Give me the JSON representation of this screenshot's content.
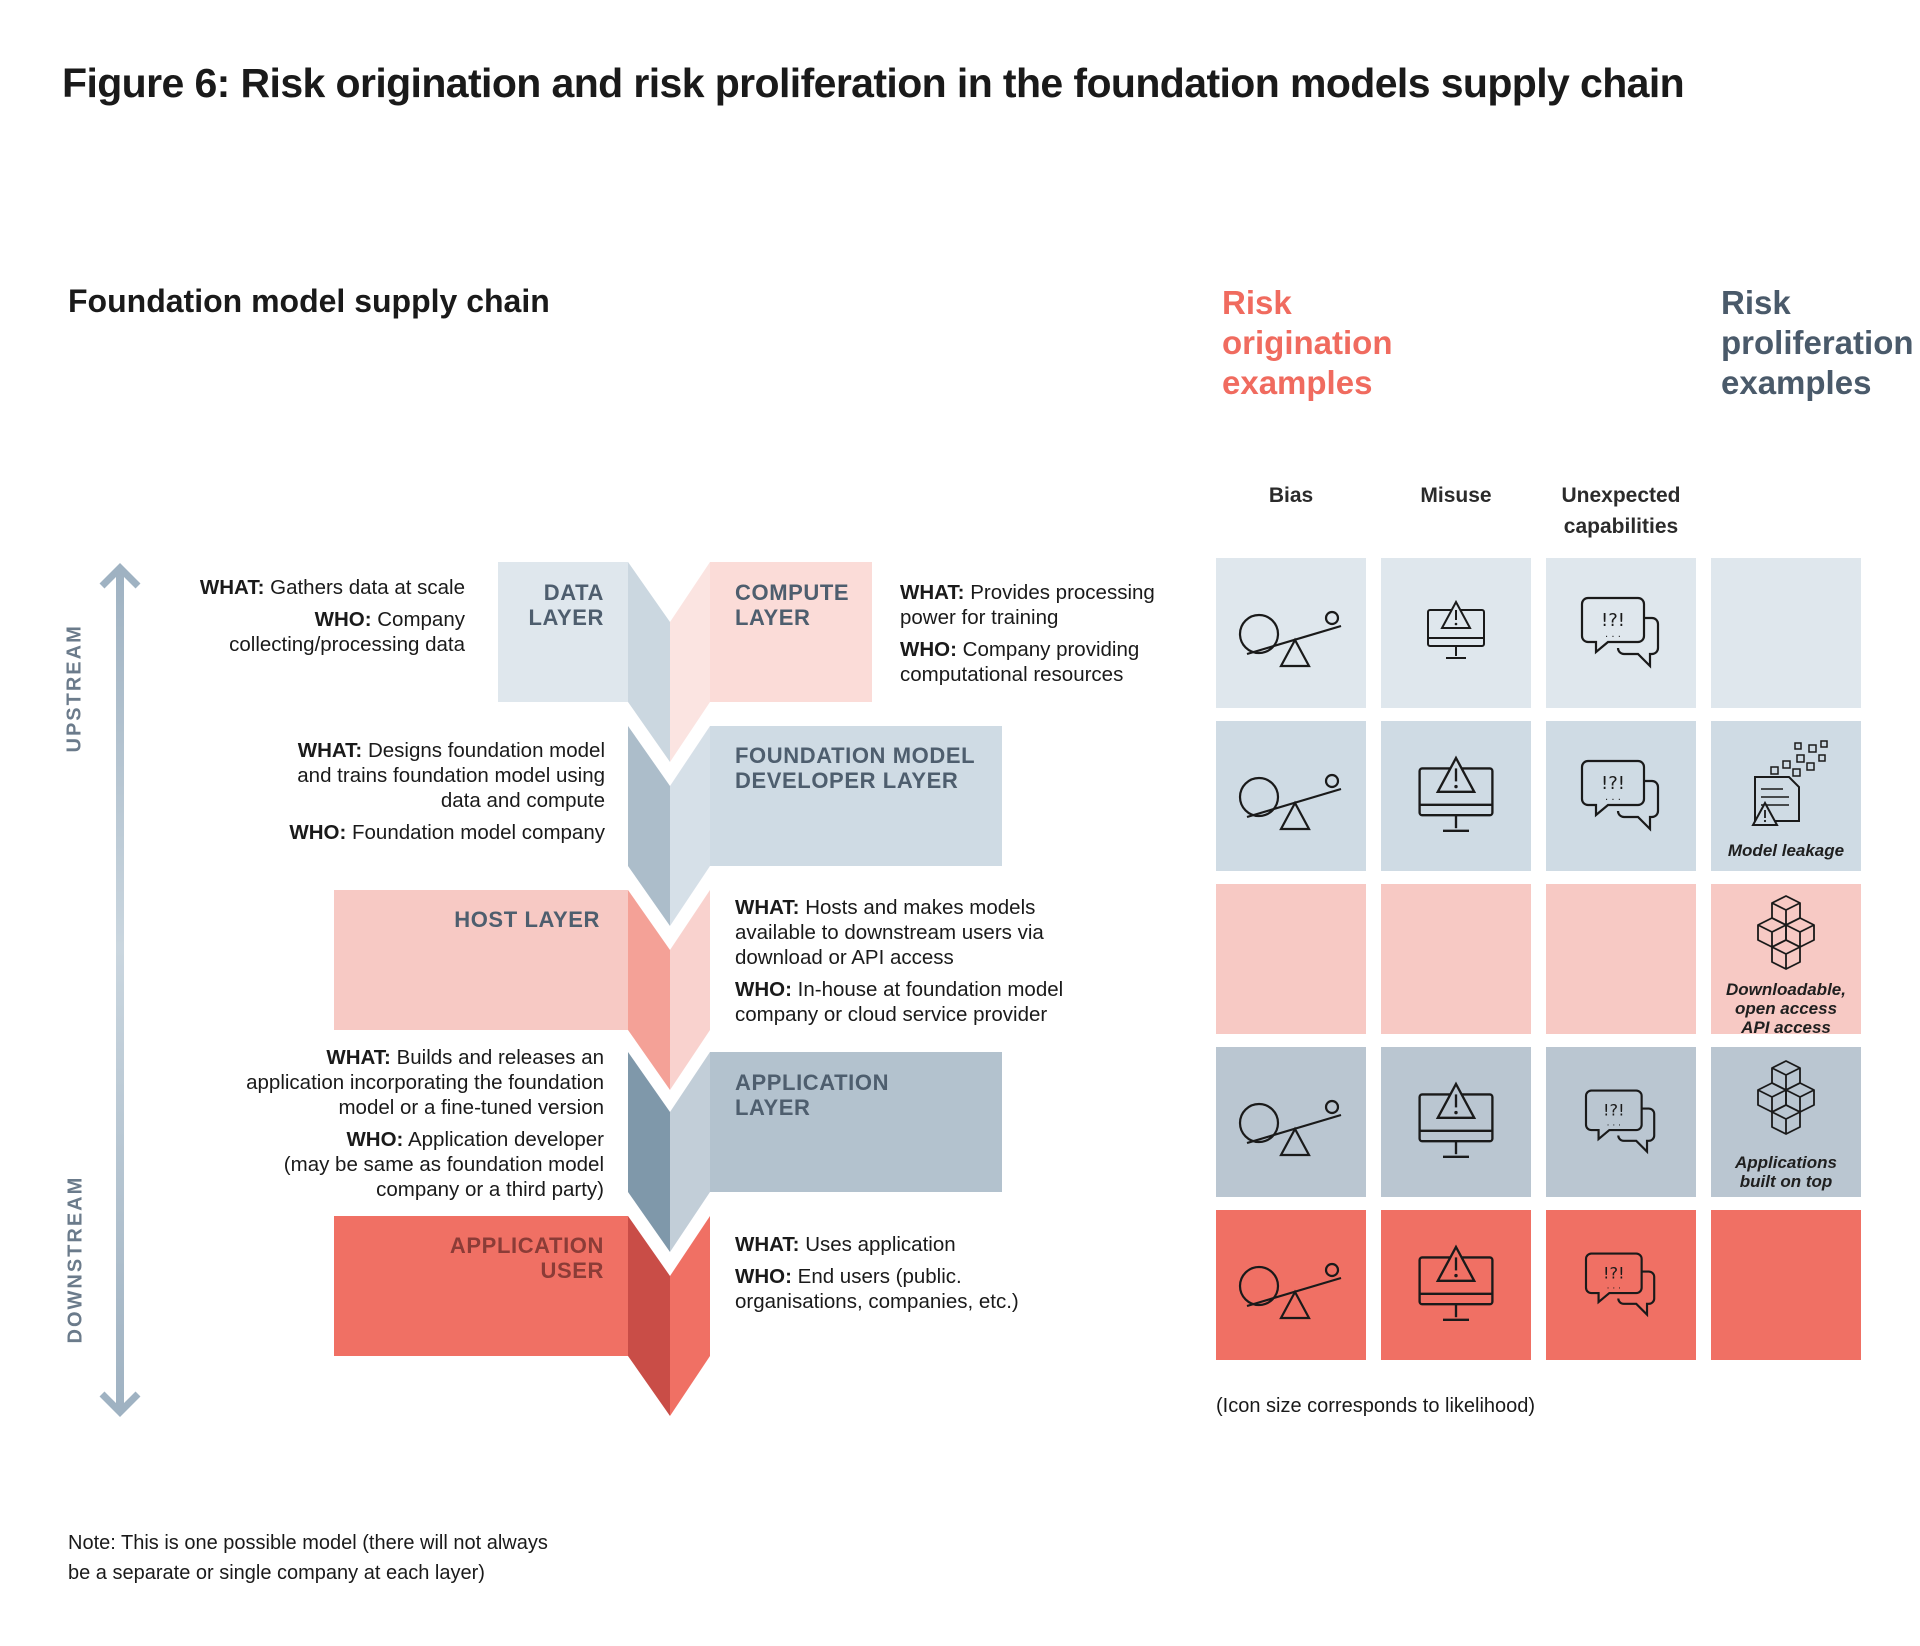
{
  "figure_title": "Figure 6: Risk origination and risk proliferation in the foundation models supply chain",
  "supply_chain_title": "Foundation model supply chain",
  "risk_origination_heading": [
    "Risk",
    "origination",
    "examples"
  ],
  "risk_proliferation_heading": [
    "Risk",
    "proliferation",
    "examples"
  ],
  "columns": {
    "bias": [
      "Bias"
    ],
    "misuse": [
      "Misuse"
    ],
    "unexpected": [
      "Unexpected",
      "capabilities"
    ]
  },
  "axis": {
    "upstream": "UPSTREAM",
    "downstream": "DOWNSTREAM"
  },
  "layers": {
    "data": {
      "label": [
        "DATA",
        "LAYER"
      ],
      "what_key": "WHAT:",
      "what": "Gathers data at scale",
      "who_key": "WHO:",
      "who_first": "Company",
      "who_rest": [
        "collecting/processing data"
      ]
    },
    "compute": {
      "label": [
        "COMPUTE",
        "LAYER"
      ],
      "what_key": "WHAT:",
      "what_first": "Provides processing",
      "what_rest": [
        "power for training"
      ],
      "who_key": "WHO:",
      "who_first": "Company providing",
      "who_rest": [
        "computational resources"
      ]
    },
    "developer": {
      "label": [
        "FOUNDATION MODEL",
        "DEVELOPER LAYER"
      ],
      "what_key": "WHAT:",
      "what_first": "Designs foundation model",
      "what_rest": [
        "and trains foundation model using",
        "data and compute"
      ],
      "who_key": "WHO:",
      "who_first": "Foundation model company"
    },
    "host": {
      "label": [
        "HOST LAYER"
      ],
      "what_key": "WHAT:",
      "what_first": "Hosts and makes models",
      "what_rest": [
        "available to downstream users via",
        "download or API access"
      ],
      "who_key": "WHO:",
      "who_first": "In-house at foundation model",
      "who_rest": [
        "company or cloud service provider"
      ]
    },
    "application": {
      "label": [
        "APPLICATION",
        "LAYER"
      ],
      "what_key": "WHAT:",
      "what_first": "Builds and releases an",
      "what_rest": [
        "application incorporating the foundation",
        "model or a fine-tuned version"
      ],
      "who_key": "WHO:",
      "who_first": "Application developer",
      "who_rest": [
        "(may be same as foundation model",
        "company or a third party)"
      ]
    },
    "user": {
      "label": [
        "APPLICATION",
        "USER"
      ],
      "what_key": "WHAT:",
      "what_first": "Uses application",
      "who_key": "WHO:",
      "who_first": "End users (public.",
      "who_rest": [
        "organisations, companies, etc.)"
      ]
    }
  },
  "proliferation_captions": {
    "developer": [
      "Model leakage"
    ],
    "host": [
      "Downloadable,",
      "open access",
      "API access"
    ],
    "application": [
      "Applications",
      "built on top"
    ]
  },
  "icon_size_note": "(Icon size corresponds to likelihood)",
  "note": [
    "Note: This is one possible model (there will not always",
    "be a separate or single company at each layer)"
  ],
  "colors": {
    "row1": "#dfe7ed",
    "row2": "#cfdbe4",
    "row3": "#f7c9c4",
    "row4": "#bac6d1",
    "row5": "#f07064",
    "heading_red": "#f06b5f",
    "heading_slate": "#4a5a6a"
  },
  "icons": [
    "seesaw-icon",
    "warning-monitor-icon",
    "speech-bubbles-icon",
    "data-leak-icon",
    "cubes-icon",
    "double-arrow-icon"
  ]
}
